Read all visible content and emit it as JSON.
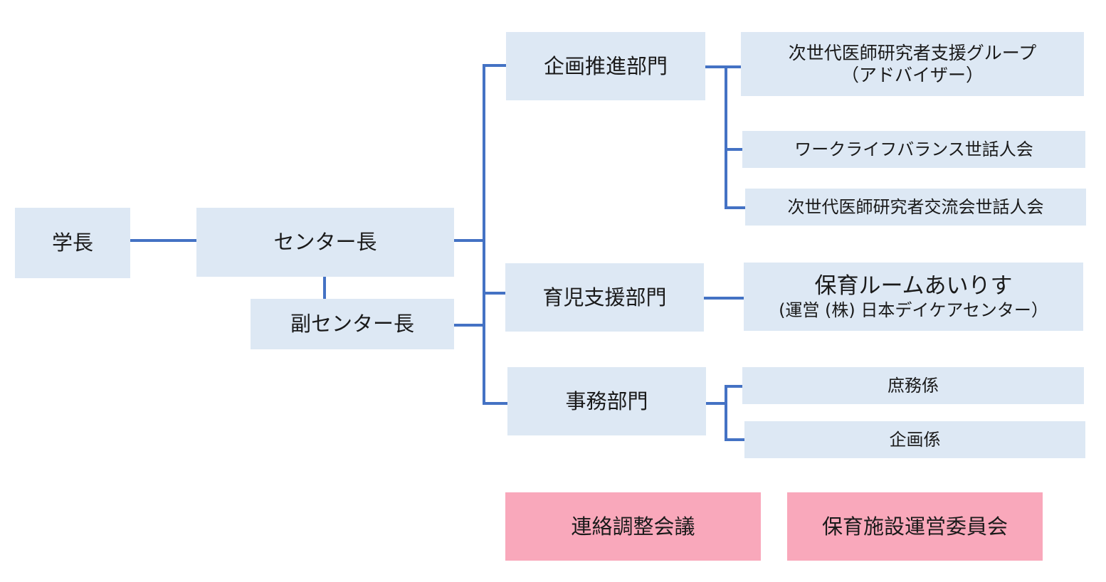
{
  "org_chart": {
    "president": "学長",
    "center_director": "センター長",
    "vice_director": "副センター長",
    "departments": {
      "planning": {
        "label": "企画推進部門",
        "children": [
          {
            "line1": "次世代医師研究者支援グループ",
            "line2": "（アドバイザー）"
          },
          {
            "line1": "ワークライフバランス世話人会"
          },
          {
            "line1": "次世代医師研究者交流会世話人会"
          }
        ]
      },
      "childcare": {
        "label": "育児支援部門",
        "child": {
          "line1": "保育ルームあいりす",
          "line2": "(運営 (株) 日本デイケアセンター）"
        }
      },
      "admin": {
        "label": "事務部門",
        "children": [
          {
            "line1": "庶務係"
          },
          {
            "line1": "企画係"
          }
        ]
      }
    },
    "committees": [
      {
        "label": "連絡調整会議"
      },
      {
        "label": "保育施設運営委員会"
      }
    ],
    "colors": {
      "box": "#dde8f4",
      "committee": "#f9a8bb",
      "connector": "#4472c4"
    }
  }
}
